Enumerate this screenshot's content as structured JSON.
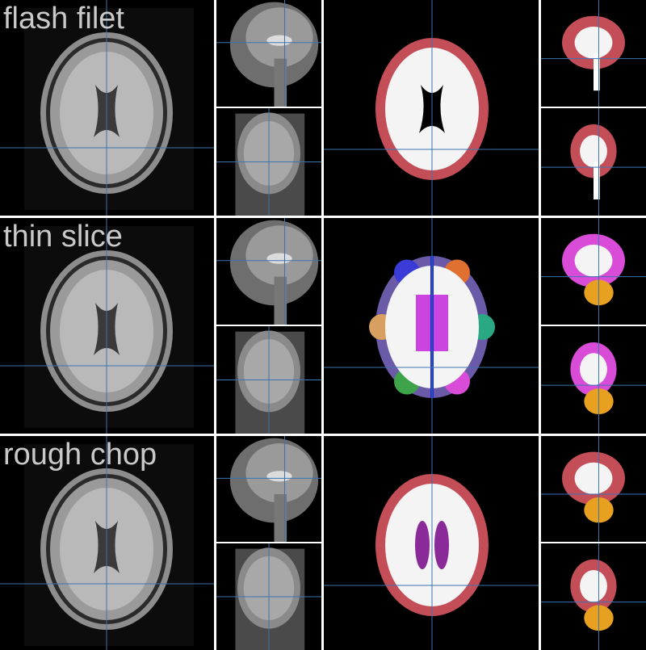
{
  "rows": [
    {
      "label": "flash filet",
      "segmentation": "wm-gm"
    },
    {
      "label": "thin slice",
      "segmentation": "parcellation"
    },
    {
      "label": "rough chop",
      "segmentation": "wm-gm-ventricles"
    }
  ],
  "colors": {
    "crosshair": "#3d74b0",
    "cortex": "#c44e58",
    "white_matter": "#f4f4f4",
    "background": "#000000",
    "separator": "#ffffff"
  }
}
